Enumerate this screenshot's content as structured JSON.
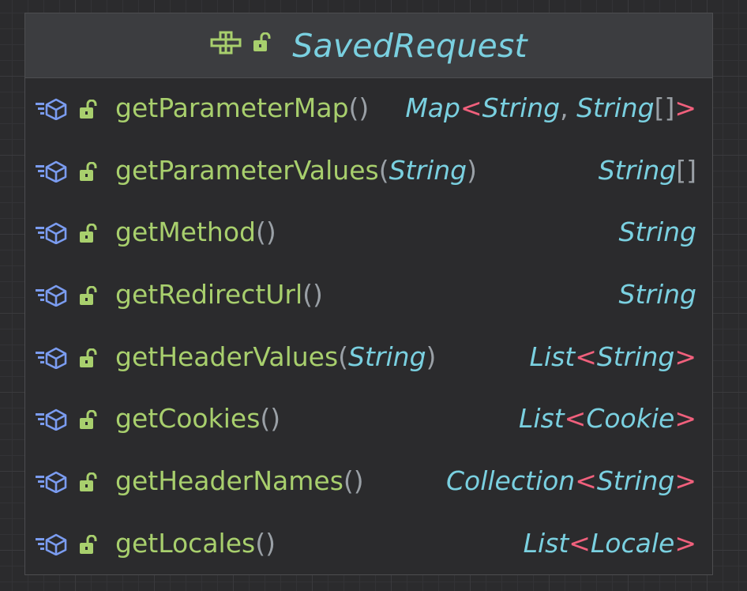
{
  "class": {
    "name": "SavedRequest",
    "icons": [
      "interface-icon",
      "public-lock-icon"
    ]
  },
  "methods": [
    {
      "name": "getParameterMap",
      "open": "(",
      "param": "",
      "close": ")",
      "ret": {
        "t1": "Map",
        "lt": "<",
        "t2": "String",
        "comma": ", ",
        "t3": "String",
        "arr": "[]",
        "gt": ">"
      }
    },
    {
      "name": "getParameterValues",
      "open": "(",
      "param": "String",
      "close": ")",
      "ret": {
        "t1": "String",
        "arr": "[]"
      }
    },
    {
      "name": "getMethod",
      "open": "(",
      "param": "",
      "close": ")",
      "ret": {
        "t1": "String"
      }
    },
    {
      "name": "getRedirectUrl",
      "open": "(",
      "param": "",
      "close": ")",
      "ret": {
        "t1": "String"
      }
    },
    {
      "name": "getHeaderValues",
      "open": "(",
      "param": "String",
      "close": ")",
      "ret": {
        "t1": "List",
        "lt": "<",
        "t2": "String",
        "gt": ">"
      }
    },
    {
      "name": "getCookies",
      "open": "(",
      "param": "",
      "close": ")",
      "ret": {
        "t1": "List",
        "lt": "<",
        "t2": "Cookie",
        "gt": ">"
      }
    },
    {
      "name": "getHeaderNames",
      "open": "(",
      "param": "",
      "close": ")",
      "ret": {
        "t1": "Collection",
        "lt": "<",
        "t2": "String",
        "gt": ">"
      }
    },
    {
      "name": "getLocales",
      "open": "(",
      "param": "",
      "close": ")",
      "ret": {
        "t1": "List",
        "lt": "<",
        "t2": "Locale",
        "gt": ">"
      }
    }
  ],
  "colors": {
    "method_name": "#a8cf6d",
    "type": "#7ad0e0",
    "angle_brackets": "#f0607c",
    "punctuation": "#9aa0a6",
    "header_bg": "#3c3d40",
    "canvas_bg": "#2b2b2d"
  }
}
